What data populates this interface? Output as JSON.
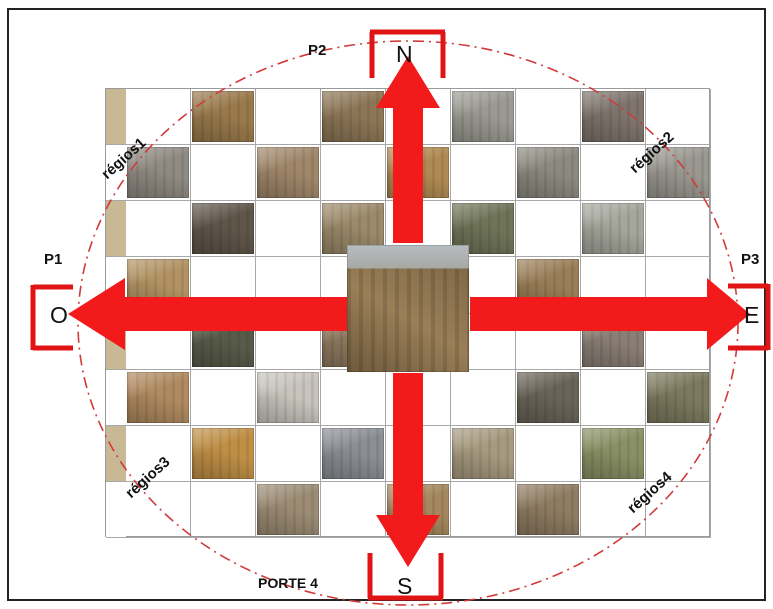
{
  "colors": {
    "arrow": "#f21a1a",
    "gate": "#e01414",
    "ellipse": "#d23a3a",
    "grid_line": "#a8a8a8",
    "strip": "#c8b893"
  },
  "doors": {
    "p1": "P1",
    "p2": "P2",
    "p3": "P3",
    "porte4": "PORTE 4"
  },
  "directions": {
    "north": "N",
    "south": "S",
    "west": "O",
    "east": "E"
  },
  "regions": {
    "r1": "régios1",
    "r2": "régios2",
    "r3": "régios3",
    "r4": "régios4"
  },
  "grid": {
    "columns": 9,
    "rows": 8,
    "center_image": "roman-forum-ruins",
    "images": [
      {
        "row": 0,
        "col": 1,
        "name": "ancient-temple-ruin",
        "color": "#9a7a4c"
      },
      {
        "row": 0,
        "col": 3,
        "name": "arch-ruin",
        "color": "#8d7656"
      },
      {
        "row": 0,
        "col": 5,
        "name": "triumphal-arch",
        "color": "#9b9a92"
      },
      {
        "row": 0,
        "col": 7,
        "name": "stone-wall-ruin",
        "color": "#7e746c"
      },
      {
        "row": 1,
        "col": 0,
        "name": "column-fragments",
        "color": "#8f8a82"
      },
      {
        "row": 1,
        "col": 2,
        "name": "arch-facade",
        "color": "#a0876a"
      },
      {
        "row": 1,
        "col": 4,
        "name": "ruin-landscape",
        "color": "#b08a52"
      },
      {
        "row": 1,
        "col": 6,
        "name": "temple-columns",
        "color": "#8c8a80"
      },
      {
        "row": 1,
        "col": 8,
        "name": "statue-ruin",
        "color": "#9a9890"
      },
      {
        "row": 2,
        "col": 1,
        "name": "theatre-ruin",
        "color": "#5f564a"
      },
      {
        "row": 2,
        "col": 3,
        "name": "stone-blocks",
        "color": "#9c8a6a"
      },
      {
        "row": 2,
        "col": 5,
        "name": "forum-field",
        "color": "#6f7458"
      },
      {
        "row": 2,
        "col": 7,
        "name": "ruin-field",
        "color": "#a5a69c"
      },
      {
        "row": 3,
        "col": 0,
        "name": "colosseum",
        "color": "#b29263"
      },
      {
        "row": 3,
        "col": 6,
        "name": "tower-ruin",
        "color": "#9a7e57"
      },
      {
        "row": 4,
        "col": 1,
        "name": "bath-ruin",
        "color": "#595b4a"
      },
      {
        "row": 4,
        "col": 3,
        "name": "wall-ruin",
        "color": "#8f7a60"
      },
      {
        "row": 4,
        "col": 7,
        "name": "tomb-facade",
        "color": "#8a7f76"
      },
      {
        "row": 5,
        "col": 0,
        "name": "mosaic-fragment",
        "color": "#b08a60"
      },
      {
        "row": 5,
        "col": 2,
        "name": "red-toy-fragment",
        "color": "#c8c4bd"
      },
      {
        "row": 5,
        "col": 6,
        "name": "aqueduct-ruin",
        "color": "#6a6458"
      },
      {
        "row": 5,
        "col": 8,
        "name": "basilica-ruin",
        "color": "#7c7a5e"
      },
      {
        "row": 6,
        "col": 1,
        "name": "colosseum-facade",
        "color": "#c08f46"
      },
      {
        "row": 6,
        "col": 3,
        "name": "city-view",
        "color": "#8b8e95"
      },
      {
        "row": 6,
        "col": 5,
        "name": "stone-path",
        "color": "#a79a80"
      },
      {
        "row": 6,
        "col": 7,
        "name": "colosseum-green",
        "color": "#8a9064"
      },
      {
        "row": 7,
        "col": 2,
        "name": "gate-ruin",
        "color": "#9c8c74"
      },
      {
        "row": 7,
        "col": 4,
        "name": "column-ruin",
        "color": "#a5885f"
      },
      {
        "row": 7,
        "col": 6,
        "name": "stairway-ruin",
        "color": "#8f7c62"
      }
    ]
  }
}
